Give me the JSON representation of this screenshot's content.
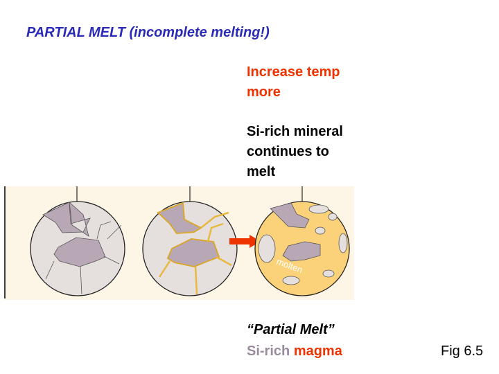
{
  "title": "PARTIAL MELT (incomplete melting!)",
  "step": {
    "line1": "Increase temp",
    "line2": "more"
  },
  "note": {
    "line1": "Si-rich mineral",
    "line2": "continues to",
    "line3": "melt"
  },
  "caption": {
    "line1": "“Partial Melt”",
    "si_rich": "Si-rich",
    "magma": "magma"
  },
  "figure_label": "Fig 6.5",
  "diagram": {
    "molten_label": "molten"
  },
  "colors": {
    "title": "#2a2ab8",
    "accent": "#ee3300",
    "si_rich": "#9a8a9e",
    "melt": "#fbd27a",
    "mineral_dark": "#b8a7b5",
    "mineral_light": "#e5e0de",
    "panel": "#fdf6e6"
  }
}
